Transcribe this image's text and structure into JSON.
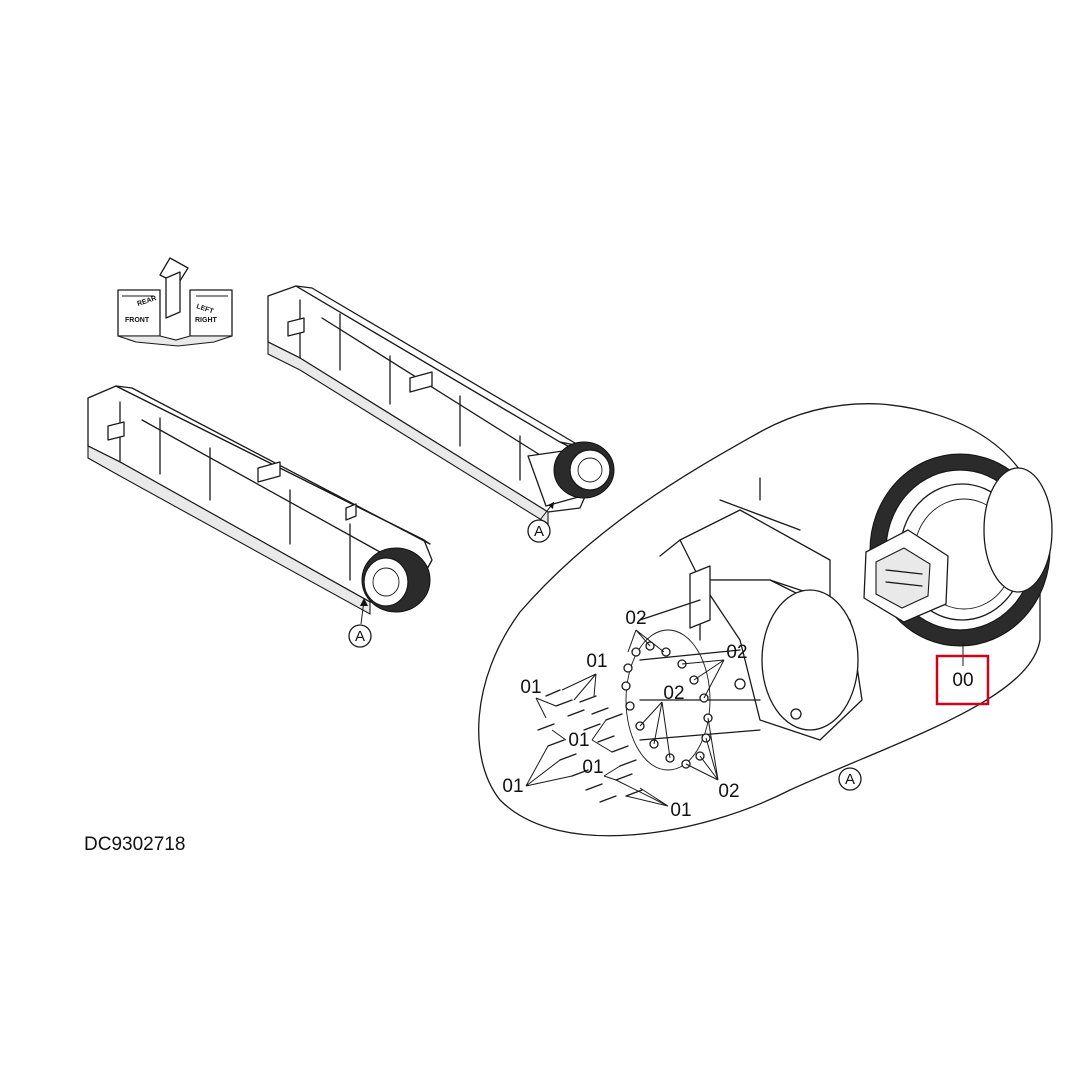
{
  "drawing_code": "DC9302718",
  "orientation_labels": {
    "rear": "REAR",
    "left": "LEFT",
    "front": "FRONT",
    "right": "RIGHT"
  },
  "view_marker": "A",
  "callouts": {
    "highlighted": "00",
    "bolt": "01",
    "washer": "02"
  },
  "highlight_color": "#d0021b"
}
